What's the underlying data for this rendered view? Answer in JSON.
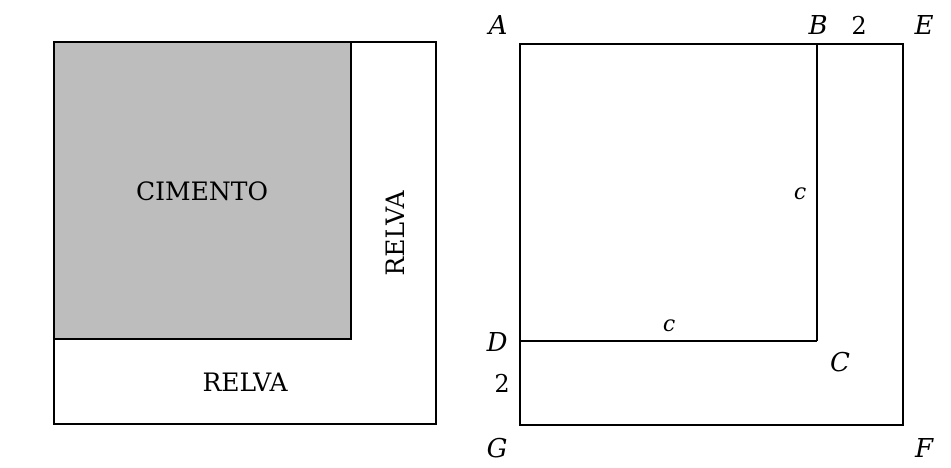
{
  "left_figure": {
    "cement_label": "CIMENTO",
    "lawn_right_label": "RELVA",
    "lawn_bottom_label": "RELVA",
    "cement_fill": "#bdbdbd",
    "stroke_color": "#000000"
  },
  "right_figure": {
    "points": {
      "A": "A",
      "B": "B",
      "C": "C",
      "D": "D",
      "E": "E",
      "F": "F",
      "G": "G"
    },
    "side_labels": {
      "vertical_c": "c",
      "horizontal_c": "c",
      "top_width": "2",
      "left_height": "2"
    },
    "stroke_color": "#000000"
  }
}
